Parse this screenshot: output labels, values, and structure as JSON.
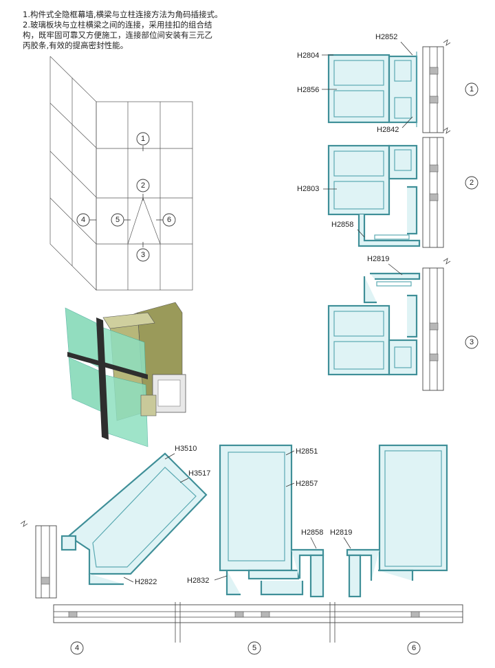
{
  "notes": [
    "1.构件式全隐框幕墙,横梁与立柱连接方法为角码插接式。",
    "2.玻璃板块与立柱横梁之间的连接，采用挂扣的组合结",
    "   构，既牢固可靠又方便施工，连接部位间安装有三元乙",
    "   丙胶条,有效的提高密封性能。"
  ],
  "elevation_markers": [
    "1",
    "2",
    "3",
    "4",
    "5",
    "6"
  ],
  "section_top": {
    "labels": {
      "h2852": "H2852",
      "h2804": "H2804",
      "h2856": "H2856",
      "h2842": "H2842"
    },
    "marker": "1"
  },
  "section_mid": {
    "labels": {
      "h2803": "H2803",
      "h2858": "H2858"
    },
    "marker": "2"
  },
  "section_low": {
    "labels": {
      "h2819": "H2819"
    },
    "marker": "3"
  },
  "section_bottom": {
    "labels": {
      "h3510": "H3510",
      "h3517": "H3517",
      "h2822": "H2822",
      "h2851": "H2851",
      "h2857": "H2857",
      "h2858": "H2858",
      "h2819": "H2819",
      "h2832": "H2832"
    },
    "markers": [
      "4",
      "5",
      "6"
    ]
  },
  "colors": {
    "profile_fill": "#dff3f5",
    "profile_stroke": "#3f8f98",
    "glass_green": "#7fd8b4",
    "frame_olive": "#8a8a4a"
  }
}
